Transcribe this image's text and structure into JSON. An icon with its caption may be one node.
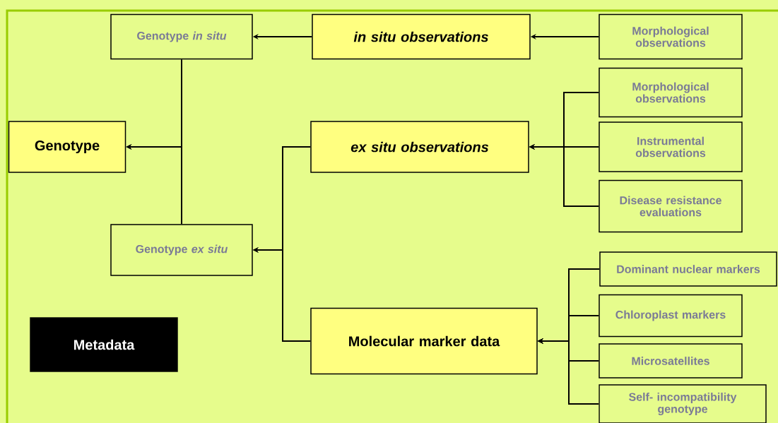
{
  "diagram": {
    "nodes": [
      {
        "text": [
          "Genotype *in situ*"
        ]
      },
      {
        "text": [
          "in situ observations"
        ]
      },
      {
        "text": [
          "Morphological observations"
        ]
      },
      {
        "text": [
          "Genotype"
        ]
      },
      {
        "text": [
          "ex situ observations"
        ]
      },
      {
        "text": [
          "Morphological observations"
        ]
      },
      {
        "text": [
          "Instrumental observations"
        ]
      },
      {
        "text": [
          "Disease resistance evaluations"
        ]
      },
      {
        "text": [
          "Genotype *ex situ*"
        ]
      },
      {
        "text": [
          "Dominant nuclear markers"
        ]
      },
      {
        "text": [
          "Chloroplast markers"
        ]
      },
      {
        "text": [
          "Microsatellites"
        ]
      },
      {
        "text": [
          "Self- incompatibility genotype"
        ]
      },
      {
        "text": [
          "Molecular marker data"
        ]
      },
      {
        "text": [
          "Metadata"
        ]
      }
    ],
    "edges": [
      {
        "from": 2,
        "to": 1,
        "arrow": "to"
      },
      {
        "from": 1,
        "to": 0,
        "arrow": "to"
      },
      {
        "from": 0,
        "to": 3,
        "arrow": "to"
      },
      {
        "from": 8,
        "to": 3,
        "arrow": "to"
      },
      {
        "from": 5,
        "to": 4,
        "arrow": "to"
      },
      {
        "from": 6,
        "to": 4,
        "arrow": "to"
      },
      {
        "from": 7,
        "to": 4,
        "arrow": "to"
      },
      {
        "from": 4,
        "to": 8,
        "arrow": "to"
      },
      {
        "from": 13,
        "to": 8,
        "arrow": "to"
      },
      {
        "from": 9,
        "to": 13,
        "arrow": "to"
      },
      {
        "from": 10,
        "to": 13,
        "arrow": "to"
      },
      {
        "from": 11,
        "to": 13,
        "arrow": "to"
      },
      {
        "from": 12,
        "to": 13,
        "arrow": "to"
      }
    ]
  }
}
